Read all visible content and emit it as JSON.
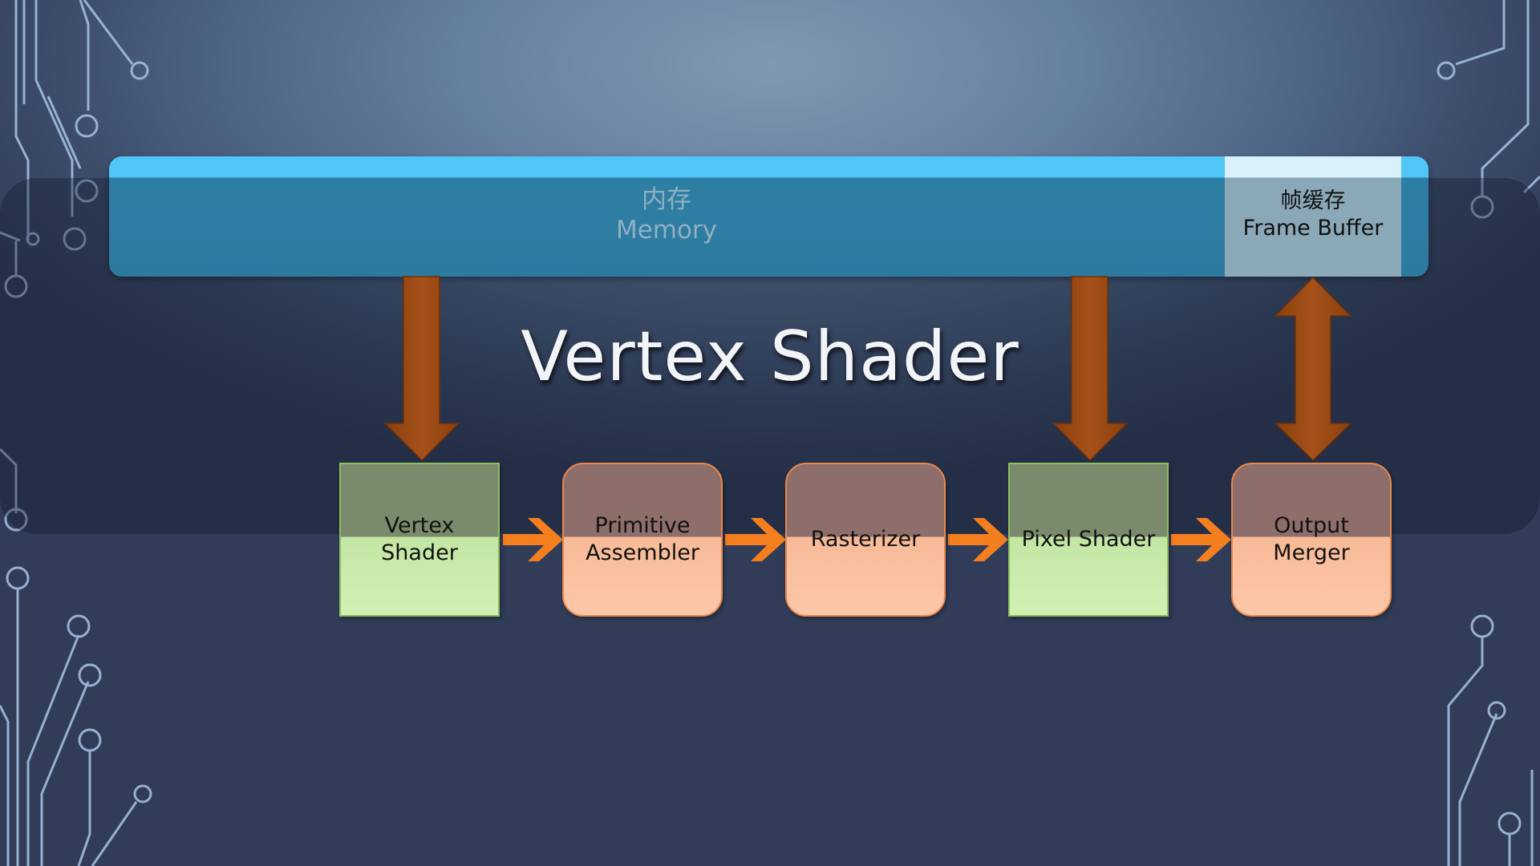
{
  "diagram": {
    "title": "Vertex Shader",
    "memory": {
      "label_zh": "内存",
      "label_en": "Memory"
    },
    "frame_buffer": {
      "label_zh": "帧缓存",
      "label_en": "Frame Buffer"
    },
    "stages": [
      {
        "id": "vertex-shader",
        "line1": "Vertex",
        "line2": "Shader",
        "style": "green"
      },
      {
        "id": "primitive-assembler",
        "line1": "Primitive",
        "line2": "Assembler",
        "style": "orange"
      },
      {
        "id": "rasterizer",
        "line1": "Rasterizer",
        "line2": "",
        "style": "orange"
      },
      {
        "id": "pixel-shader",
        "line1": "Pixel Shader",
        "line2": "",
        "style": "green"
      },
      {
        "id": "output-merger",
        "line1": "Output",
        "line2": "Merger",
        "style": "orange"
      }
    ],
    "connections": [
      {
        "from": "memory",
        "to": "vertex-shader"
      },
      {
        "from": "vertex-shader",
        "to": "primitive-assembler"
      },
      {
        "from": "primitive-assembler",
        "to": "rasterizer"
      },
      {
        "from": "rasterizer",
        "to": "pixel-shader"
      },
      {
        "from": "pixel-shader",
        "to": "output-merger"
      },
      {
        "from": "memory",
        "to": "pixel-shader"
      },
      {
        "from": "output-merger",
        "to": "frame-buffer",
        "bidirectional": true
      }
    ],
    "colors": {
      "memory_bar": "#2d7a9f",
      "memory_highlight": "#4fc6f6",
      "stage_green": "#c3e6a4",
      "stage_orange": "#f7ba98",
      "memory_arrow": "#9c4a0f",
      "flow_arrow": "#f57f1e"
    }
  }
}
